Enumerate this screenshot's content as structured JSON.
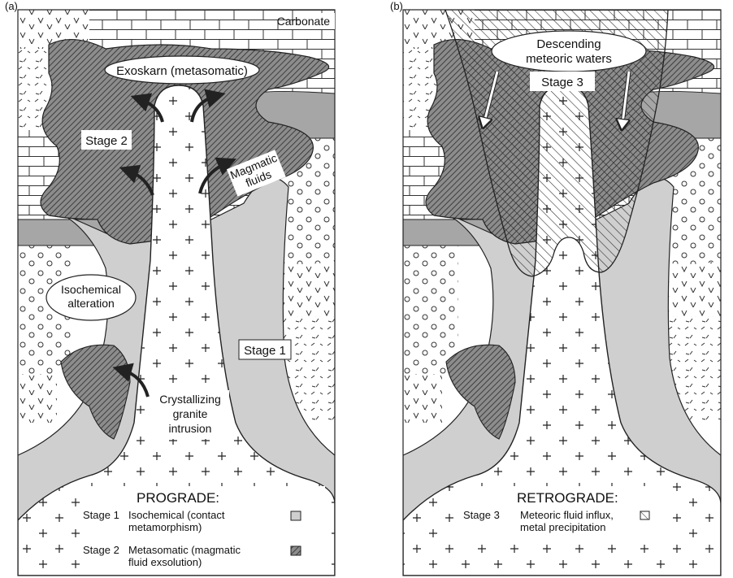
{
  "panel_a": {
    "letter": "(a)",
    "carbonate": "Carbonate",
    "exoskarn": "Exoskarn (metasomatic)",
    "stage2": "Stage 2",
    "magmatic_line1": "Magmatic",
    "magmatic_line2": "fluids",
    "iso_line1": "Isochemical",
    "iso_line2": "alteration",
    "stage1": "Stage 1",
    "cryst_line1": "Crystallizing",
    "cryst_line2": "granite",
    "cryst_line3": "intrusion",
    "legend_title": "PROGRADE:",
    "legend_s1_stage": "Stage 1",
    "legend_s1_line1": "Isochemical (contact",
    "legend_s1_line2": "metamorphism)",
    "legend_s2_stage": "Stage 2",
    "legend_s2_line1": "Metasomatic (magmatic",
    "legend_s2_line2": "fluid exsolution)"
  },
  "panel_b": {
    "letter": "(b)",
    "meteoric_line1": "Descending",
    "meteoric_line2": "meteoric waters",
    "stage3": "Stage 3",
    "legend_title": "RETROGRADE:",
    "legend_s3_stage": "Stage 3",
    "legend_s3_line1": "Meteoric fluid influx,",
    "legend_s3_line2": "metal precipitation"
  },
  "colors": {
    "stage1_fill": "#cfcfcf",
    "stage2_fill": "#8a8a8a",
    "dark_layer": "#a6a6a6",
    "line": "#222222"
  }
}
